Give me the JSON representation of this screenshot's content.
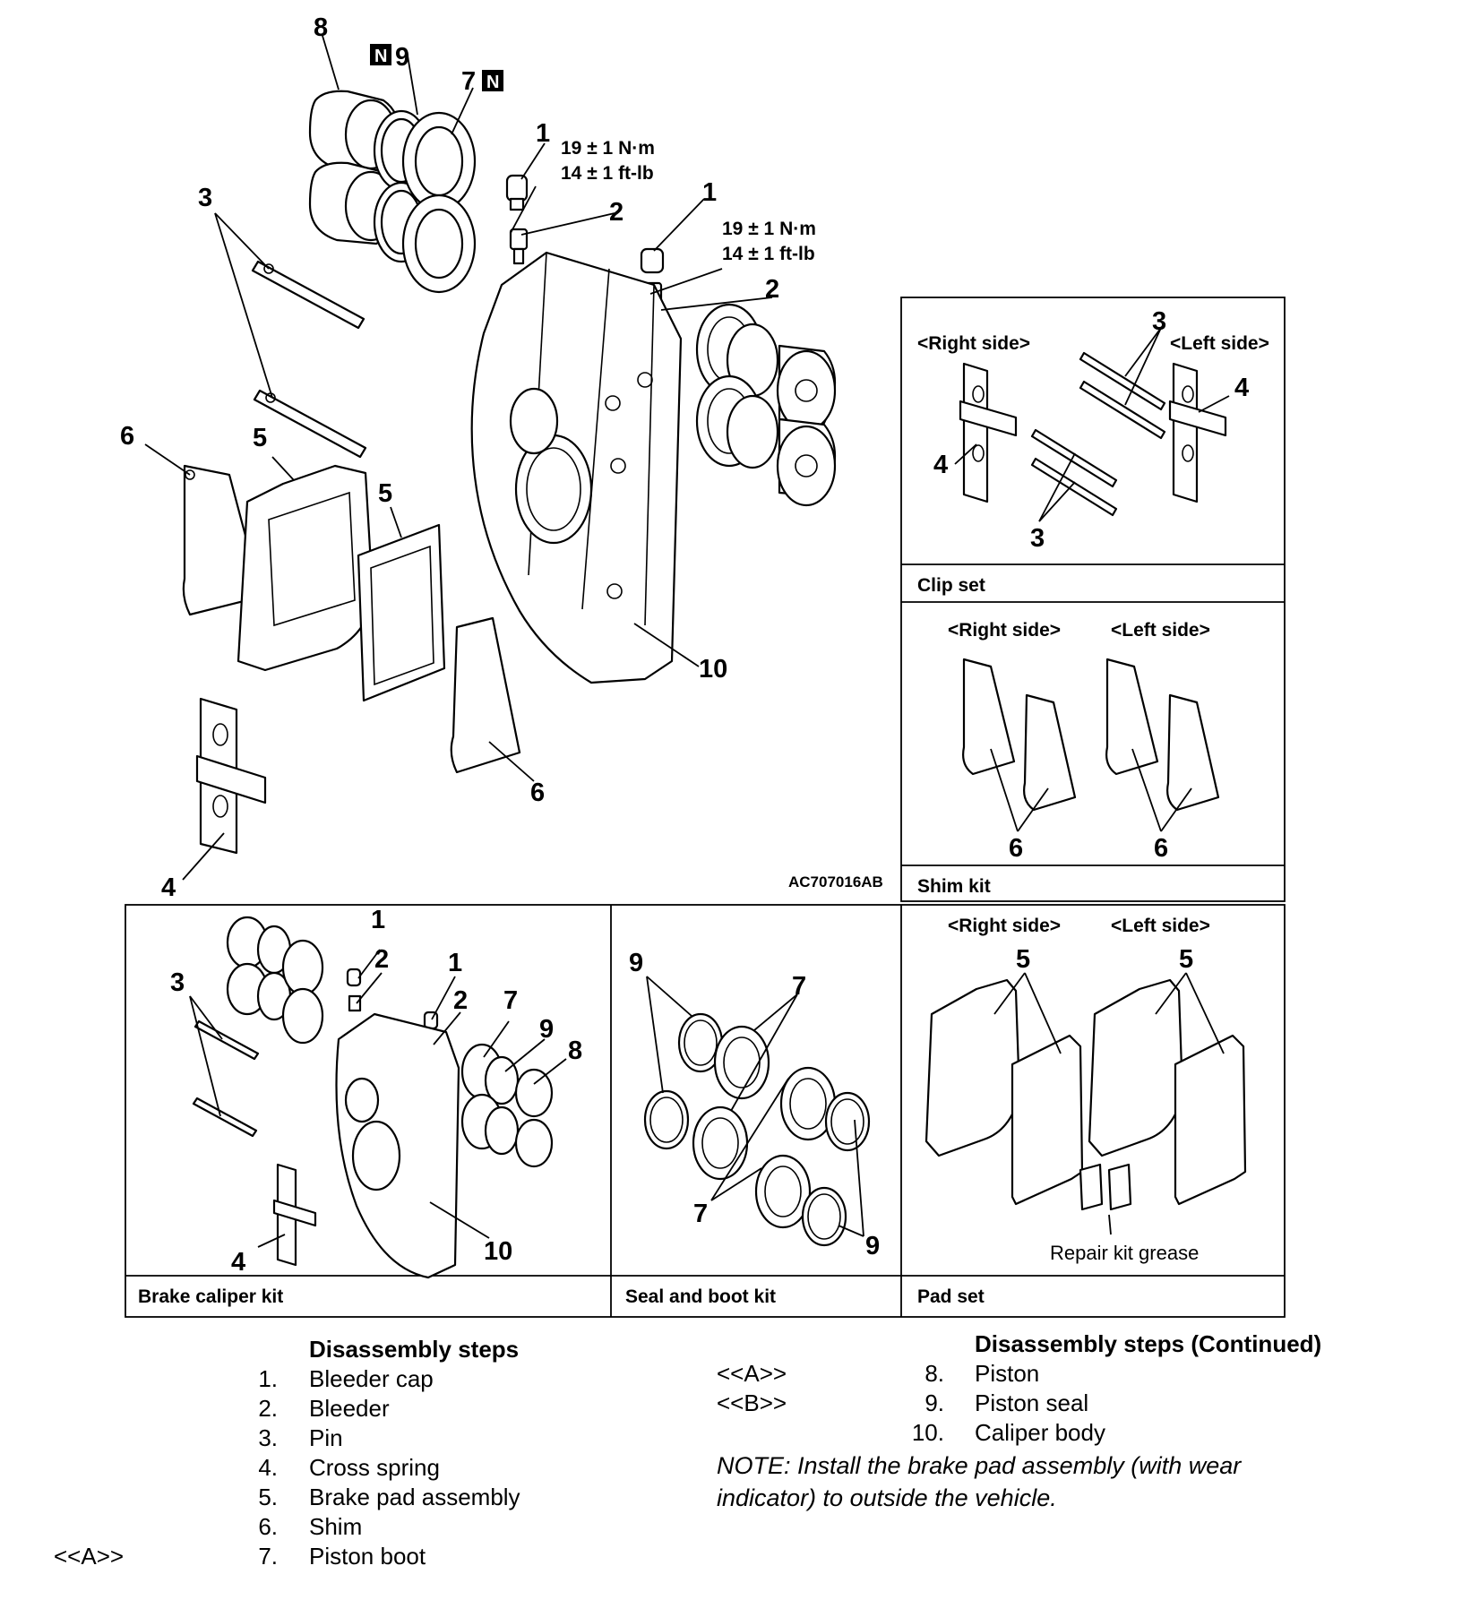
{
  "figure": {
    "code": "AC707016AB",
    "torque_1": "19 ± 1 N·m",
    "torque_2": "14 ± 1 ft-lb",
    "new_part_mark": "N",
    "callouts": {
      "c1": "1",
      "c2": "2",
      "c3": "3",
      "c4": "4",
      "c5": "5",
      "c6": "6",
      "c7": "7",
      "c8": "8",
      "c9": "9",
      "c10": "10"
    }
  },
  "kits": {
    "clip_set": "Clip set",
    "shim_kit": "Shim kit",
    "brake_caliper_kit": "Brake caliper kit",
    "seal_and_boot_kit": "Seal and boot kit",
    "pad_set": "Pad set",
    "right_side": "<Right side>",
    "left_side": "<Left side>",
    "repair_kit_grease": "Repair kit grease"
  },
  "steps": {
    "heading": "Disassembly steps",
    "heading_continued": "Disassembly steps (Continued)",
    "items": [
      {
        "num": "1.",
        "label": "Bleeder cap",
        "tag": ""
      },
      {
        "num": "2.",
        "label": "Bleeder",
        "tag": ""
      },
      {
        "num": "3.",
        "label": "Pin",
        "tag": ""
      },
      {
        "num": "4.",
        "label": "Cross spring",
        "tag": ""
      },
      {
        "num": "5.",
        "label": "Brake pad assembly",
        "tag": ""
      },
      {
        "num": "6.",
        "label": "Shim",
        "tag": ""
      },
      {
        "num": "7.",
        "label": "Piston boot",
        "tag": "<<A>>"
      },
      {
        "num": "8.",
        "label": "Piston",
        "tag": "<<A>>"
      },
      {
        "num": "9.",
        "label": "Piston seal",
        "tag": "<<B>>"
      },
      {
        "num": "10.",
        "label": "Caliper body",
        "tag": ""
      }
    ],
    "note": "NOTE: Install the brake pad assembly (with wear indicator) to outside the vehicle."
  }
}
